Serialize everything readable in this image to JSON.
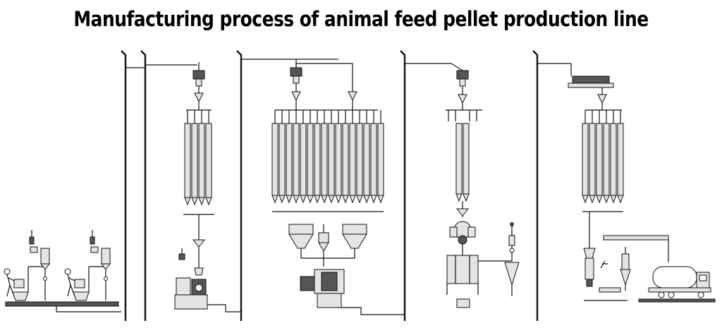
{
  "title": "Manufacturing process  of animal feed pellet production line",
  "icons": {
    "operator": "worker-icon",
    "truck": "tanker-truck-icon",
    "bin": "silo-icon",
    "mill": "hammer-mill-icon",
    "pellet": "pellet-mill-icon",
    "cooler": "counterflow-cooler-icon",
    "cyclone": "cyclone-icon"
  },
  "colors": {
    "line": "#111111",
    "equipment": "#e4e4e4",
    "dark": "#555555",
    "background": "#ffffff"
  },
  "sections": [
    {
      "id": "intake"
    },
    {
      "id": "grinding"
    },
    {
      "id": "batching-mixing"
    },
    {
      "id": "pelleting-cooling"
    },
    {
      "id": "finished-storage-loading"
    }
  ],
  "bin_groups": [
    {
      "section": "grinding",
      "count": 4
    },
    {
      "section": "batching-mixing",
      "count": 16
    },
    {
      "section": "pelleting-cooling",
      "count": 2
    },
    {
      "section": "finished-storage-loading",
      "count": 6
    }
  ]
}
